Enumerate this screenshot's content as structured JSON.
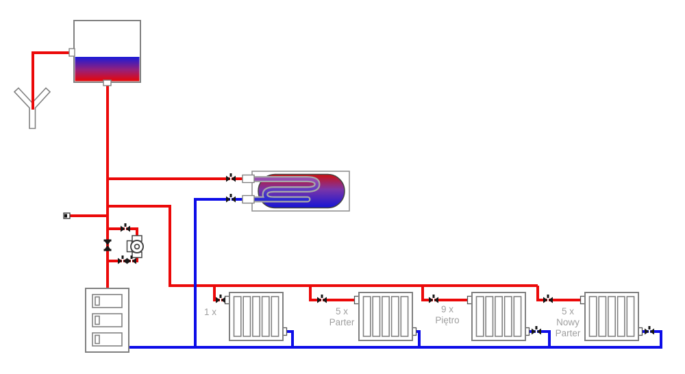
{
  "diagram": {
    "colors": {
      "supply_pipe": "#eb0909",
      "return_pipe": "#0d0de8",
      "component_outline": "#808080",
      "label_text": "#9e9e9e",
      "background": "#ffffff",
      "expansion_gradient_top": "#1a1ad8",
      "expansion_gradient_bottom": "#e80606",
      "cylinder_gradient_top": "#cc1111",
      "cylinder_gradient_bottom": "#1515d5"
    },
    "radiators": [
      {
        "label_lines": [
          "1 x"
        ]
      },
      {
        "label_lines": [
          "5 x",
          "Parter"
        ]
      },
      {
        "label_lines": [
          "9 x",
          "Piętro"
        ]
      },
      {
        "label_lines": [
          "5 x",
          "Nowy",
          "Parter"
        ]
      }
    ]
  }
}
